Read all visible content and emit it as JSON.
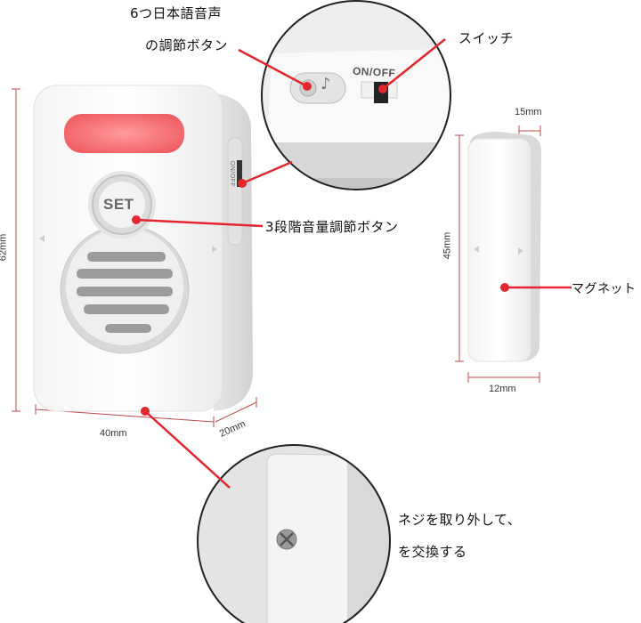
{
  "labels": {
    "voice_line1": "6つ日本語音声",
    "voice_line2": "の調節ボタン",
    "switch": "スイッチ",
    "volume": "3段階音量調節ボタン",
    "magnet": "マグネット",
    "screw_line1": "ネジを取り外して、",
    "screw_line2": "を交換する"
  },
  "device": {
    "set_button": "SET",
    "switch_text": "ON/OFF",
    "side_switch_text": "ON/OFF"
  },
  "dimensions": {
    "height": "62mm",
    "width": "40mm",
    "depth": "20mm",
    "magnet_height": "45mm",
    "magnet_width": "12mm",
    "magnet_depth": "15mm"
  },
  "colors": {
    "indicator": "#f07a7e",
    "callout": "#e2272e"
  }
}
